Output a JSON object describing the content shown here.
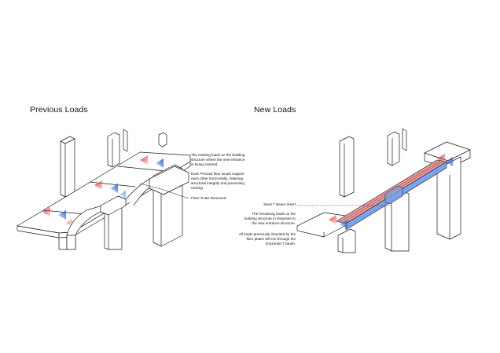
{
  "panels": {
    "previous": {
      "title": "Previous Loads",
      "note_existing": "The existing loads on the building\nstructure where the new entrance\nis being inserted.",
      "note_precast": "Each Precast floor would support\neach other horizontally, retaining\nstructural integrity and preventing\nrocking",
      "note_floor": "Floor To Be Removed"
    },
    "new": {
      "title": "New Loads",
      "note_beam": "Steel 'I' Beam Insert",
      "note_remaining": "The remaining loads on the\nbuilding structure in response to\nthe new entrance structure.",
      "note_inherited": "All loads previously inherited by the\nfloor plates will run through the\nhorizontal 'I' beam."
    }
  },
  "colors": {
    "load_red": "#e8333c",
    "load_blue": "#2f6fd6",
    "beam_red": "#f19a9a",
    "beam_blue": "#7aa3ea",
    "line": "#1a1a1a"
  }
}
